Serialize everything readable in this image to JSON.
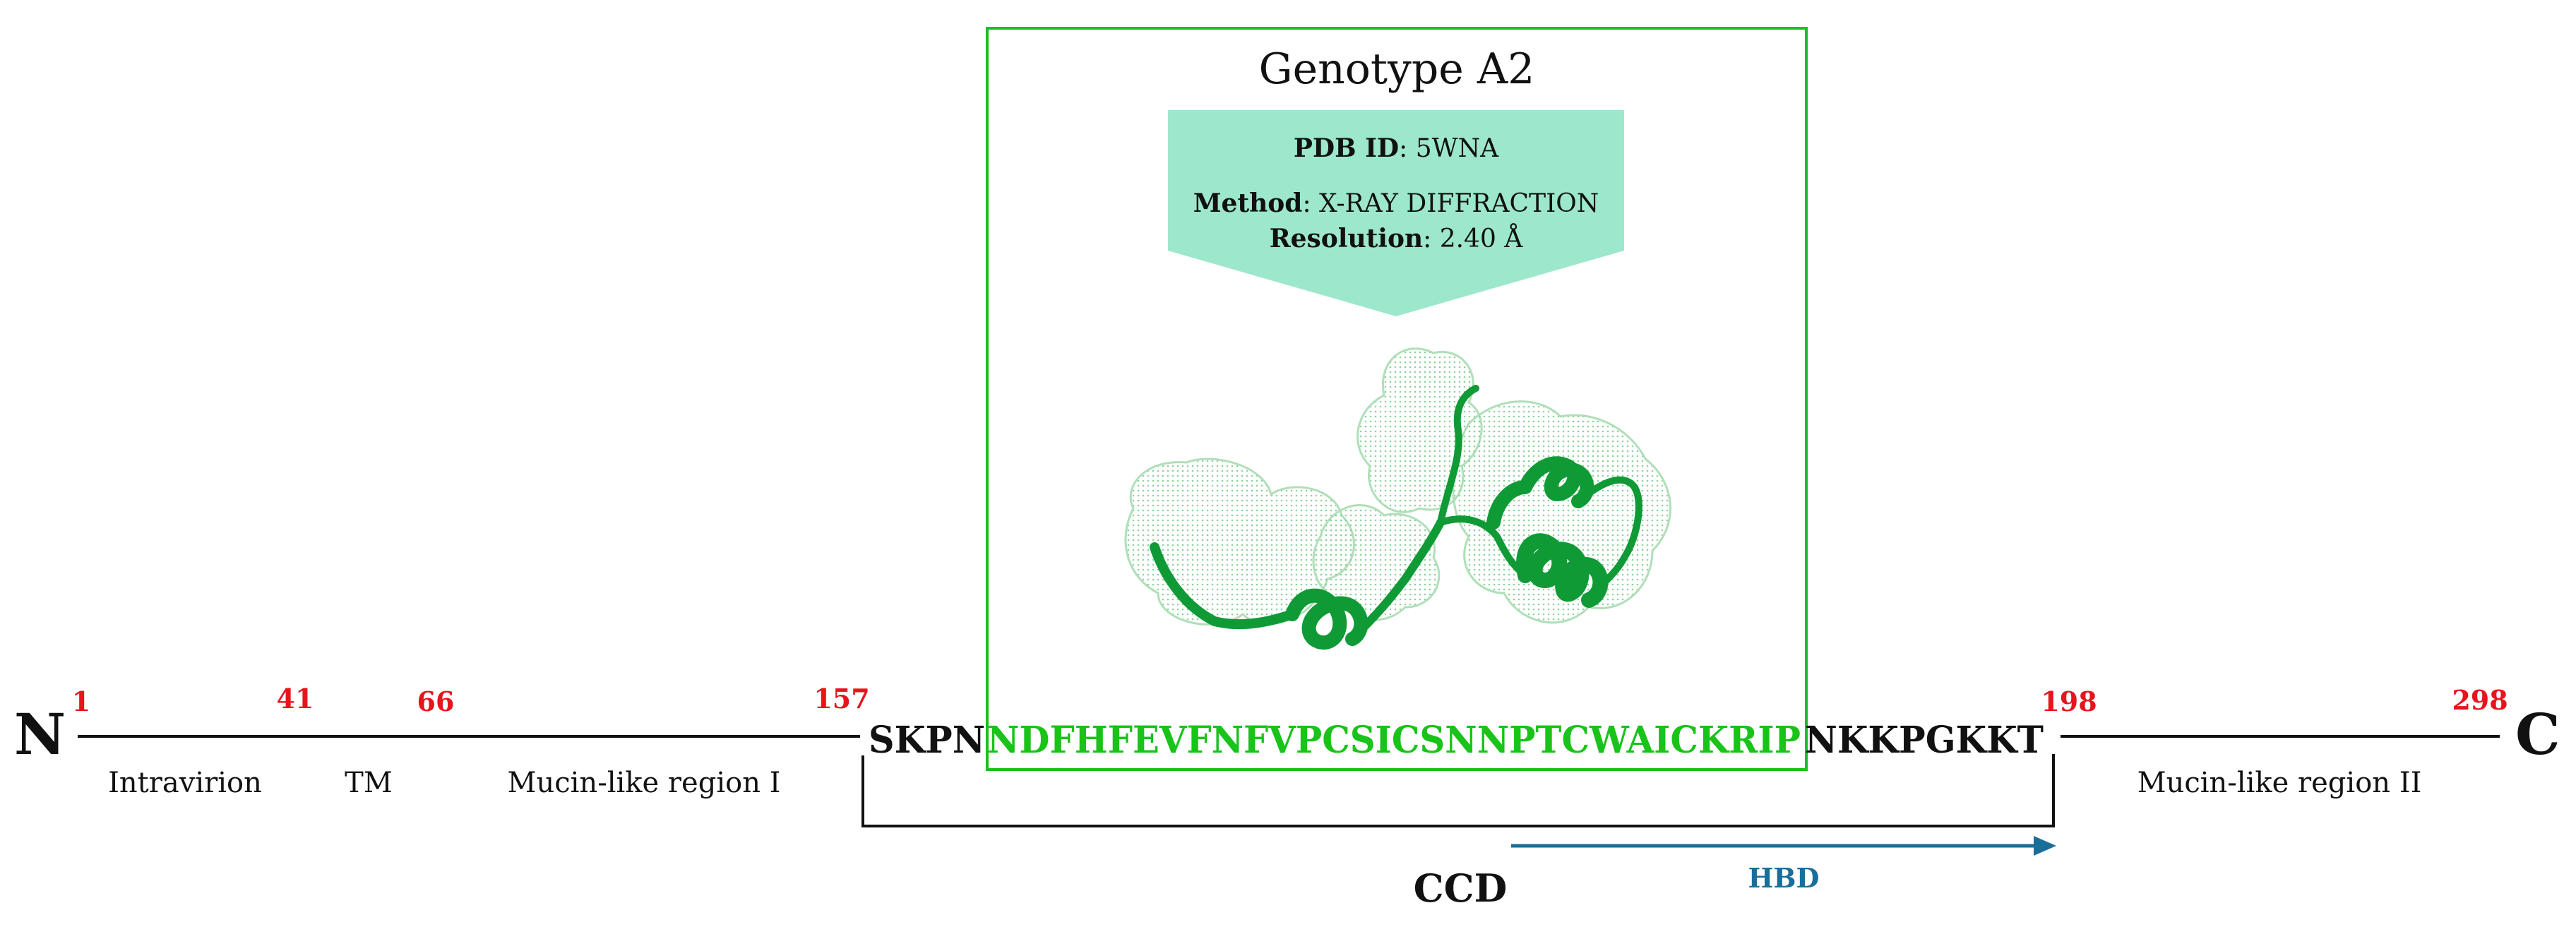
{
  "terminals": {
    "n": "N",
    "c": "C"
  },
  "residue_numbers": [
    "1",
    "41",
    "66",
    "157",
    "198",
    "298"
  ],
  "regions": {
    "intravirion": "Intravirion",
    "tm": "TM",
    "mucin_1": "Mucin-like region I",
    "mucin_2": "Mucin-like region II"
  },
  "sequence": {
    "left_flank": "SKPN",
    "structured": "NDFHFEVFNFVPCSICSNNPTCWAICKRIP",
    "right_flank": "NKKPGKKT"
  },
  "domains": {
    "ccd": "CCD",
    "hbd": "HBD"
  },
  "structure_box": {
    "title": "Genotype A2",
    "pdb_label": "PDB ID",
    "pdb_value": ": 5WNA",
    "method_label": "Method",
    "method_value": ": X-RAY DIFFRACTION",
    "resolution_label": "Resolution",
    "resolution_value": ": 2.40 Å"
  },
  "colors": {
    "residue_numbers": "#e8141c",
    "structured_sequence": "#19c319",
    "box_border": "#1fbf1f",
    "info_fill": "#9de7cc",
    "ribbon": "#0f9a36",
    "surface": "#7fcf8f",
    "hbd_arrow": "#1a6e9a",
    "hbd_text": "#1a6e9a",
    "text": "#111111"
  },
  "icons": {
    "structure": "protein-ribbon-structure"
  }
}
